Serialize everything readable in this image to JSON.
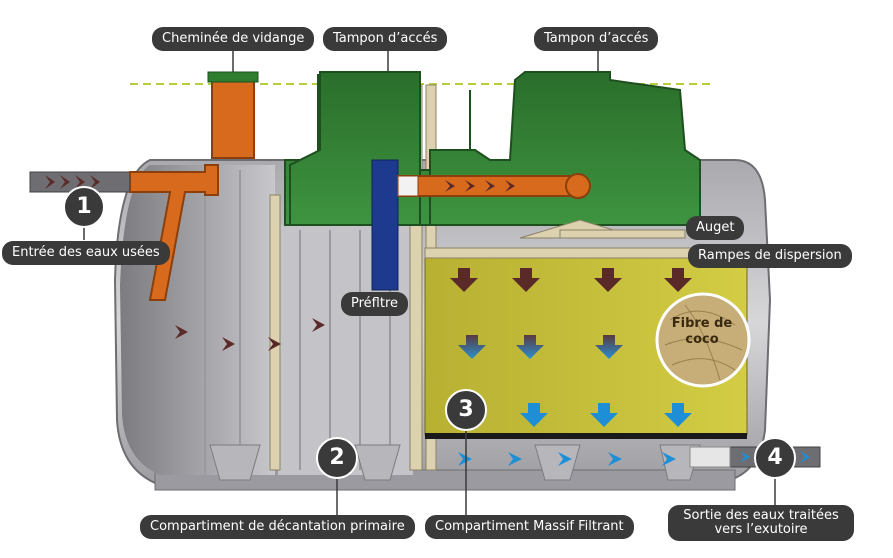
{
  "labels": {
    "chimney": "Cheminée de vidange",
    "access_cover_1": "Tampon d’accés",
    "access_cover_2": "Tampon d’accés",
    "inlet": "Entrée des eaux usées",
    "auget": "Auget",
    "dispersion": "Rampes de dispersion",
    "prefilter": "Préfltre",
    "coco": "Fibre de coco",
    "primary_compartment": "Compartiment de décantation primaire",
    "filter_compartment": "Compartiment Massif Filtrant",
    "outlet": "Sortie des eaux traitées vers l’exutoire"
  },
  "steps": {
    "one": "1",
    "two": "2",
    "three": "3",
    "four": "4"
  },
  "colors": {
    "label_bg": "#3a3a3a",
    "tank_grey": "#b9b9bd",
    "cover_green": "#2f7d2f",
    "pipe_orange": "#d86a1e",
    "filter_yellow": "#c9c23a",
    "flow_blue": "#1e8fd6",
    "flow_dark": "#5a2a28",
    "prefilter_blue": "#1d3a8f",
    "ground_line": "#b5cf3a"
  }
}
